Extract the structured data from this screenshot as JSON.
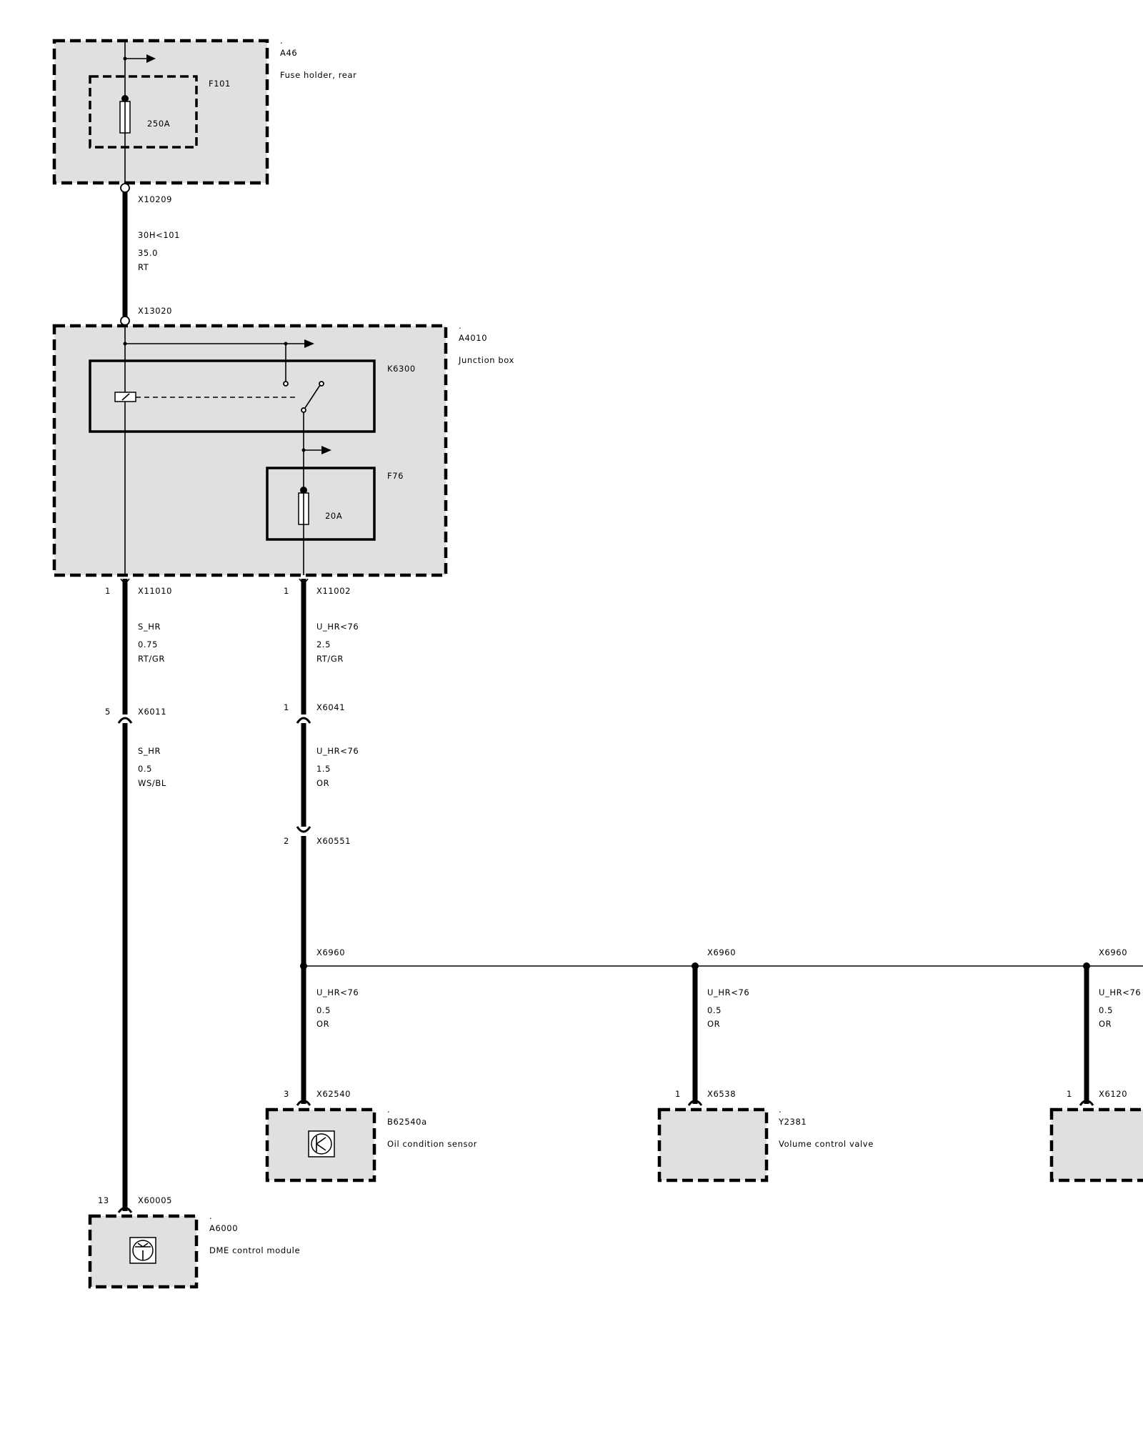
{
  "components": {
    "a46": {
      "marker": ".",
      "id": "A46",
      "name": "Fuse holder, rear"
    },
    "f101": {
      "id": "F101",
      "rating": "250A"
    },
    "a4010": {
      "marker": ".",
      "id": "A4010",
      "name": "Junction box"
    },
    "k6300": {
      "id": "K6300"
    },
    "f76": {
      "id": "F76",
      "rating": "20A"
    },
    "b62540a": {
      "marker": ".",
      "id": "B62540a",
      "name": "Oil condition sensor"
    },
    "y2381": {
      "marker": ".",
      "id": "Y2381",
      "name": "Volume control valve"
    },
    "a6000": {
      "marker": ".",
      "id": "A6000",
      "name": "DME control module"
    }
  },
  "connectors": {
    "x10209": "X10209",
    "x13020": "X13020",
    "x11010": {
      "pin": "1",
      "id": "X11010"
    },
    "x11002": {
      "pin": "1",
      "id": "X11002"
    },
    "x6011": {
      "pin": "5",
      "id": "X6011"
    },
    "x6041": {
      "pin": "1",
      "id": "X6041"
    },
    "x60551": {
      "pin": "2",
      "id": "X60551"
    },
    "x6960_1": "X6960",
    "x6960_2": "X6960",
    "x6960_3": "X6960",
    "x62540": {
      "pin": "3",
      "id": "X62540"
    },
    "x6538": {
      "pin": "1",
      "id": "X6538"
    },
    "x6120": {
      "pin": "1",
      "id": "X6120"
    },
    "x60005": {
      "pin": "13",
      "id": "X60005"
    }
  },
  "wires": {
    "w_30h": {
      "signal": "30H<101",
      "gauge": "35.0",
      "color": "RT"
    },
    "w_shr_1": {
      "signal": "S_HR",
      "gauge": "0.75",
      "color": "RT/GR"
    },
    "w_uhr_1": {
      "signal": "U_HR<76",
      "gauge": "2.5",
      "color": "RT/GR"
    },
    "w_shr_2": {
      "signal": "S_HR",
      "gauge": "0.5",
      "color": "WS/BL"
    },
    "w_uhr_2": {
      "signal": "U_HR<76",
      "gauge": "1.5",
      "color": "OR"
    },
    "w_uhr_3": {
      "signal": "U_HR<76",
      "gauge": "0.5",
      "color": "OR"
    },
    "w_uhr_4": {
      "signal": "U_HR<76",
      "gauge": "0.5",
      "color": "OR"
    },
    "w_uhr_5": {
      "signal": "U_HR<76",
      "gauge": "0.5",
      "color": "OR"
    }
  }
}
